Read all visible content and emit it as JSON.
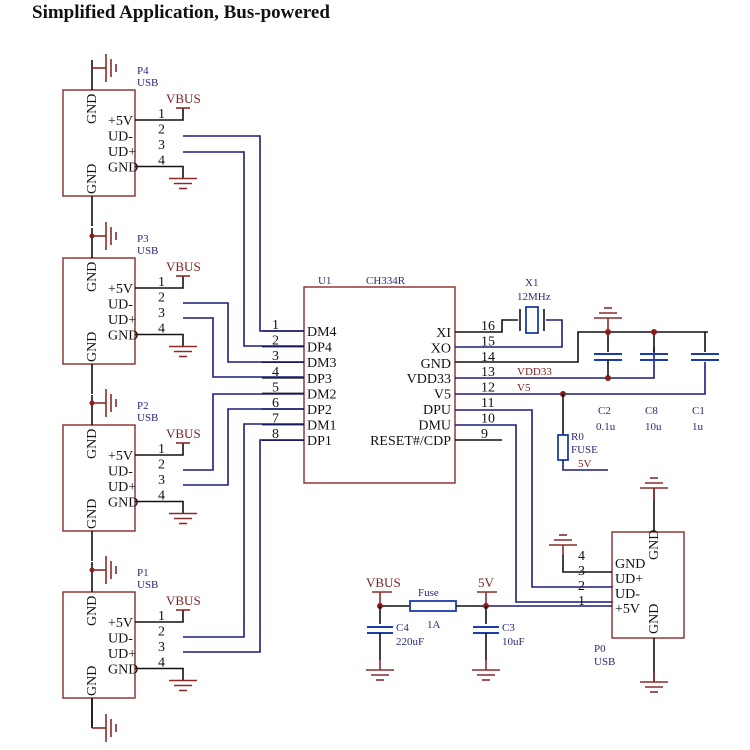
{
  "title": "Simplified Application, Bus-powered",
  "colors": {
    "component_outline": "#8b2a2a",
    "net_label": "#7a1e1e",
    "signal_wire": "#1c1c7c",
    "plain_wire": "#111111",
    "designator_text": "#2a2a7a",
    "junction": "#8b1a1a"
  },
  "usb_ports": [
    {
      "ref": "P4",
      "type": "USB",
      "pins": [
        "+5V",
        "UD-",
        "UD+",
        "GND"
      ],
      "pin_numbers": [
        "1",
        "2",
        "3",
        "4"
      ],
      "shield": [
        "GND",
        "GND"
      ],
      "net": "VBUS"
    },
    {
      "ref": "P3",
      "type": "USB",
      "pins": [
        "+5V",
        "UD-",
        "UD+",
        "GND"
      ],
      "pin_numbers": [
        "1",
        "2",
        "3",
        "4"
      ],
      "shield": [
        "GND",
        "GND"
      ],
      "net": "VBUS"
    },
    {
      "ref": "P2",
      "type": "USB",
      "pins": [
        "+5V",
        "UD-",
        "UD+",
        "GND"
      ],
      "pin_numbers": [
        "1",
        "2",
        "3",
        "4"
      ],
      "shield": [
        "GND",
        "GND"
      ],
      "net": "VBUS"
    },
    {
      "ref": "P1",
      "type": "USB",
      "pins": [
        "+5V",
        "UD-",
        "UD+",
        "GND"
      ],
      "pin_numbers": [
        "1",
        "2",
        "3",
        "4"
      ],
      "shield": [
        "GND",
        "GND"
      ],
      "net": "VBUS"
    }
  ],
  "chip": {
    "ref": "U1",
    "part": "CH334R",
    "left_pins": [
      {
        "num": "1",
        "name": "DM4"
      },
      {
        "num": "2",
        "name": "DP4"
      },
      {
        "num": "3",
        "name": "DM3"
      },
      {
        "num": "4",
        "name": "DP3"
      },
      {
        "num": "5",
        "name": "DM2"
      },
      {
        "num": "6",
        "name": "DP2"
      },
      {
        "num": "7",
        "name": "DM1"
      },
      {
        "num": "8",
        "name": "DP1"
      }
    ],
    "right_pins": [
      {
        "num": "16",
        "name": "XI"
      },
      {
        "num": "15",
        "name": "XO"
      },
      {
        "num": "14",
        "name": "GND"
      },
      {
        "num": "13",
        "name": "VDD33"
      },
      {
        "num": "12",
        "name": "V5"
      },
      {
        "num": "11",
        "name": "DPU"
      },
      {
        "num": "10",
        "name": "DMU"
      },
      {
        "num": "9",
        "name": "RESET#/CDP"
      }
    ]
  },
  "crystal": {
    "ref": "X1",
    "value": "12MHz"
  },
  "net_labels": {
    "vdd33": "VDD33",
    "v5": "V5",
    "five_v": "5V",
    "vbus": "VBUS"
  },
  "decoupling_caps": [
    {
      "ref": "C2",
      "value": "0.1u"
    },
    {
      "ref": "C8",
      "value": "10u"
    },
    {
      "ref": "C1",
      "value": "1u"
    }
  ],
  "fuse_r0": {
    "ref": "R0",
    "label": "FUSE",
    "net": "5V"
  },
  "upstream_port": {
    "ref": "P0",
    "type": "USB",
    "pins": [
      "GND",
      "UD+",
      "UD-",
      "+5V"
    ],
    "pin_numbers": [
      "4",
      "3",
      "2",
      "1"
    ],
    "shield": [
      "GND",
      "GND"
    ]
  },
  "power_input": {
    "fuse": {
      "label": "Fuse",
      "rating": "1A"
    },
    "c4": {
      "ref": "C4",
      "value": "220uF"
    },
    "c3": {
      "ref": "C3",
      "value": "10uF"
    },
    "net_in": "VBUS",
    "net_out": "5V"
  }
}
